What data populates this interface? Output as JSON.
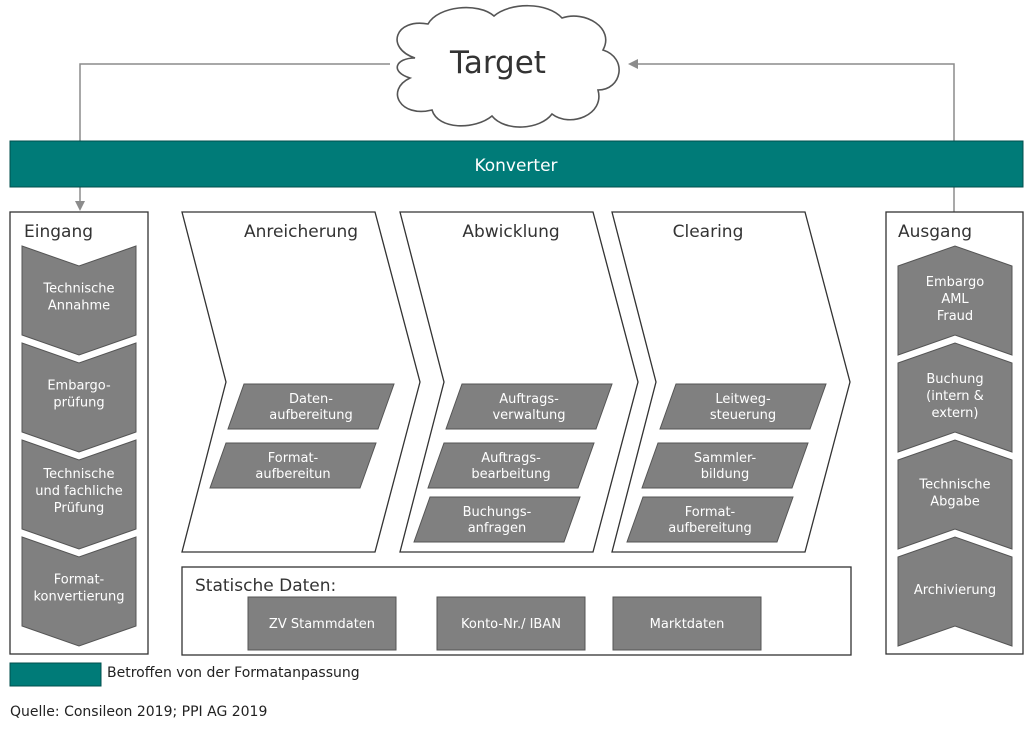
{
  "target": "Target",
  "converter": "Konverter",
  "eingang": {
    "title": "Eingang",
    "steps": [
      [
        "Technische",
        "Annahme"
      ],
      [
        "Embargo-",
        "prüfung"
      ],
      [
        "Technische",
        "und fachliche",
        "Prüfung"
      ],
      [
        "Format-",
        "konvertierung"
      ]
    ]
  },
  "ausgang": {
    "title": "Ausgang",
    "steps": [
      [
        "Embargo",
        "AML",
        "Fraud"
      ],
      [
        "Buchung",
        "(intern &",
        "extern)"
      ],
      [
        "Technische",
        "Abgabe"
      ],
      [
        "Archivierung"
      ]
    ]
  },
  "phases": [
    {
      "title": "Anreicherung",
      "items": [
        [
          "Daten-",
          "aufbereitung"
        ],
        [
          "Format-",
          "aufbereitun"
        ]
      ]
    },
    {
      "title": "Abwicklung",
      "items": [
        [
          "Auftrags-",
          "verwaltung"
        ],
        [
          "Auftrags-",
          "bearbeitung"
        ],
        [
          "Buchungs-",
          "anfragen"
        ]
      ]
    },
    {
      "title": "Clearing",
      "items": [
        [
          "Leitweg-",
          "steuerung"
        ],
        [
          "Sammler-",
          "bildung"
        ],
        [
          "Format-",
          "aufbereitung"
        ]
      ]
    }
  ],
  "static_data": {
    "title": "Statische Daten:",
    "items": [
      "ZV Stammdaten",
      "Konto-Nr./ IBAN",
      "Marktdaten"
    ]
  },
  "legend": {
    "label": "Betroffen von der Formatanpassung"
  },
  "source": "Quelle: Consileon 2019; PPI AG 2019",
  "colors": {
    "teal": "#007b78",
    "gray": "#808080",
    "line": "#8c8c8c"
  }
}
